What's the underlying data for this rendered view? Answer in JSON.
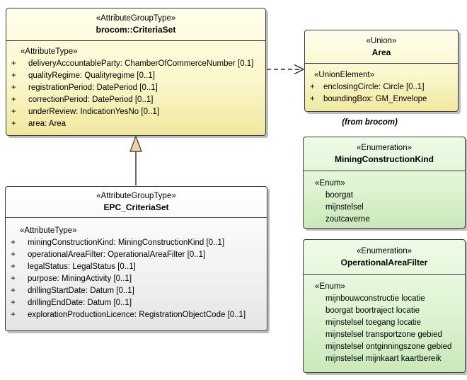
{
  "ui": {
    "plus": "+"
  },
  "criteria_set": {
    "stereotype": "«AttributeGroupType»",
    "name": "brocom::CriteriaSet",
    "section": "«AttributeType»",
    "attributes": [
      "deliveryAccountableParty: ChamberOfCommerceNumber [0.1]",
      "qualityRegime: Qualityregime [0..1]",
      "registrationPeriod: DatePeriod [0..1]",
      "correctionPeriod: DatePeriod [0..1]",
      "underReview: IndicationYesNo [0..1]",
      "area: Area"
    ]
  },
  "area": {
    "stereotype": "«Union»",
    "name": "Area",
    "section": "«UnionElement»",
    "attributes": [
      "enclosingCircle: Circle [0..1]",
      "boundingBox: GM_Envelope"
    ],
    "note": "(from brocom)"
  },
  "mining_construction_kind": {
    "stereotype": "«Enumeration»",
    "name": "MiningConstructionKind",
    "section": "«Enum»",
    "items": [
      "boorgat",
      "mijnstelsel",
      "zoutcaverne"
    ]
  },
  "operational_area_filter": {
    "stereotype": "«Enumeration»",
    "name": "OperationalAreaFilter",
    "section": "«Enum»",
    "items": [
      "mijnbouwconstructie locatie",
      "boorgat boortraject locatie",
      "mijnstelsel toegang locatie",
      "mijnstelsel transportzone gebied",
      "mijnstelsel ontginningszone gebied",
      "mijnstelsel mijnkaart kaartbereik"
    ]
  },
  "epc_criteria_set": {
    "stereotype": "«AttributeGroupType»",
    "name": "EPC_CriteriaSet",
    "section": "«AttributeType»",
    "attributes": [
      "miningConstructionKind: MiningConstructionKind [0..1]",
      "operationalAreaFilter: OperationalAreaFilter [0..1]",
      "legalStatus: LegalStatus [0..1]",
      "purpose: MiningActivity [0..1]",
      "drillingStartDate: Datum [0..1]",
      "drillingEndDate: Datum [0..1]",
      "explorationProductionLicence: RegistrationObjectCode [0..1]"
    ]
  },
  "connectors": {
    "generalization": "EPC_CriteriaSet to brocom::CriteriaSet",
    "dependency": "brocom::CriteriaSet to Area"
  },
  "colors": {
    "class_fill_top": "#FFFEEC",
    "class_fill_bottom": "#F0E8A0",
    "enum_fill_top": "#EEFBE7",
    "enum_fill_bottom": "#C9E8BB",
    "epc_fill_top": "#FFFFFF",
    "epc_fill_bottom": "#E5E5E5",
    "border": "#3B3B3B",
    "shadow": "#BDBDBD",
    "generalization_arrow_fill": "#EFD3A7",
    "text": "#000000",
    "background": "#FFFFFF"
  }
}
